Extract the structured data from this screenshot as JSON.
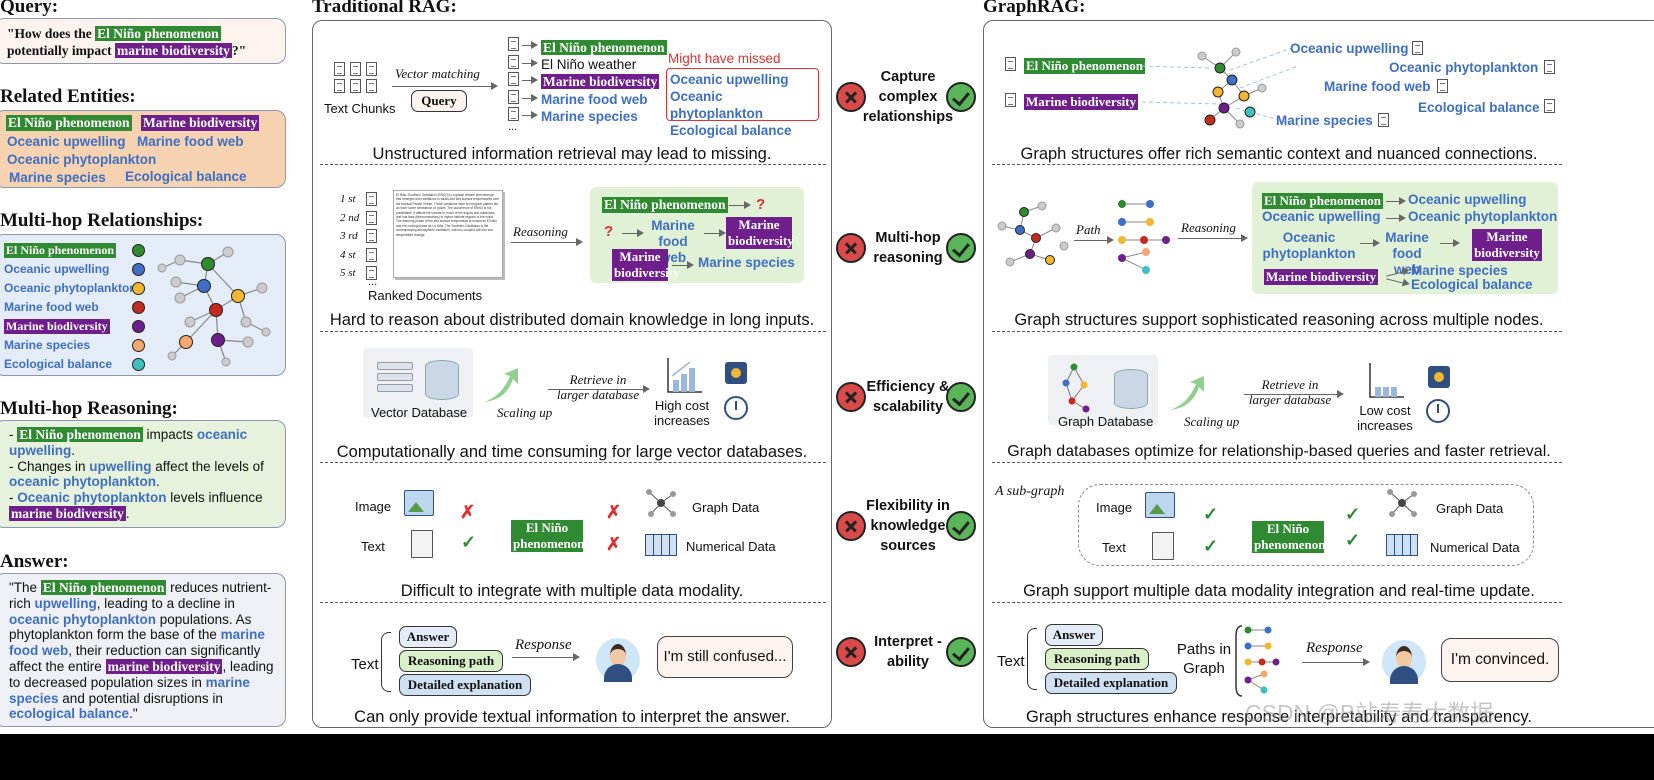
{
  "left": {
    "query_header": "Query:",
    "query_pre": "\"How does the ",
    "query_e1": "El Niño phenomenon",
    "query_mid": " potentially impact ",
    "query_e2": "marine biodiversity",
    "query_post": "?\"",
    "entities_header": "Related Entities:",
    "entities": [
      "El Niño phenomenon",
      "Marine biodiversity",
      "Oceanic upwelling",
      "Marine food web",
      "Oceanic phytoplankton",
      "Marine species",
      "Ecological balance"
    ],
    "multihop_header": "Multi-hop Relationships:",
    "multihop_items": [
      {
        "label": "El Niño phenomenon",
        "color": "#2f8a32"
      },
      {
        "label": "Oceanic upwelling",
        "color": "#3e6fc4"
      },
      {
        "label": "Oceanic phytoplankton",
        "color": "#f2b632"
      },
      {
        "label": "Marine food web",
        "color": "#c42b1e"
      },
      {
        "label": "Marine biodiversity",
        "color": "#6e1f8c"
      },
      {
        "label": "Marine species",
        "color": "#f4a870"
      },
      {
        "label": "Ecological balance",
        "color": "#3fbfbf"
      }
    ],
    "reasoning_header": "Multi-hop Reasoning:",
    "r1_a": "El Niño phenomenon",
    "r1_b": " impacts ",
    "r1_c": "oceanic upwelling",
    "r1_d": ".",
    "r2_a": "- Changes in ",
    "r2_b": "upwelling",
    "r2_c": " affect the levels of ",
    "r2_d": "oceanic phytoplankton",
    "r2_e": ".",
    "r3_a": "Oceanic phytoplankton",
    "r3_b": " levels influence ",
    "r3_c": "marine biodiversity",
    "r3_d": ".",
    "dash": "- ",
    "answer_header": "Answer:",
    "ans": {
      "p1": "\"The ",
      "e1": "El Niño phenomenon",
      "p2": " reduces nutrient-rich ",
      "e2": "upwelling",
      "p3": ", leading to a decline in ",
      "e3": "oceanic phytoplankton",
      "p4": " populations. As phytoplankton form the base of the ",
      "e4": "marine food web",
      "p5": ", their reduction can significantly affect the entire ",
      "e5": "marine biodiversity",
      "p6": ", leading to decreased population sizes in ",
      "e6": "marine species",
      "p7": " and potential disruptions in ",
      "e7": "ecological balance",
      "p8": ".\""
    }
  },
  "trad": {
    "header": "Traditional RAG:",
    "text_chunks": "Text Chunks",
    "vector_matching": "Vector matching",
    "query_btn": "Query",
    "r1_items": [
      "El Niño phenomenon",
      "El Niño weather",
      "Marine biodiversity",
      "Marine food web",
      "Marine species"
    ],
    "missed_title": "Might have missed",
    "missed_items": [
      "Oceanic upwelling",
      "Oceanic phytoplankton",
      "Ecological balance"
    ],
    "ellipsis": "...",
    "cap1": "Unstructured information retrieval may lead to missing.",
    "ranks": [
      "1 st",
      "2 nd",
      "3 rd",
      "4 st",
      "5 st"
    ],
    "doc_text": "El Niño–Southern Oscillation (ENSO) is a global climate phenomenon that emerges from variations in winds and sea surface temperatures over the tropical Pacific Ocean. Those variations have an irregular pattern but do have some semblance of cycles. The occurrence of ENSO is not predictable. It affects the climate of much of the tropics and subtropics, and has links (teleconnections) to higher-latitude regions of the world. The warming phase of the sea surface temperature is known as El Niño and the cooling phase as La Niña. The Southern Oscillation is the accompanying atmospheric oscillation, which is coupled with the sea temperature change.",
    "ranked_documents": "Ranked Documents",
    "reasoning": "Reasoning",
    "rb_e1": "El Niño phenomenon",
    "rb_q": "?",
    "rb_food": "Marine food web",
    "rb_bio": "Marine biodiversity",
    "rb_species": "Marine species",
    "cap2": "Hard to reason about distributed domain knowledge in long inputs.",
    "vector_database": "Vector Database",
    "scaling_up": "Scaling up",
    "retrieve_larger": "Retrieve in larger database",
    "high_cost": "High cost increases",
    "cap3": "Computationally and time consuming for large vector databases.",
    "image": "Image",
    "text": "Text",
    "el_nino_center": "El Niño phenomenon",
    "graph_data": "Graph Data",
    "numerical_data": "Numerical Data",
    "cap4": "Difficult to integrate with multiple data modality.",
    "text_label": "Text",
    "answer": "Answer",
    "reasoning_path": "Reasoning path",
    "detailed_explanation": "Detailed explanation",
    "response": "Response",
    "confused": "I'm still confused...",
    "cap5": "Can only provide textual information to interpret the answer."
  },
  "features": [
    "Capture complex relationships",
    "Multi-hop reasoning",
    "Efficiency & scalability",
    "Flexibility in knowledge sources",
    "Interpret -ability"
  ],
  "graph": {
    "header": "GraphRAG:",
    "g1_left": [
      "El Niño phenomenon",
      "Marine biodiversity"
    ],
    "g1_right": [
      "Oceanic upwelling",
      "Oceanic phytoplankton",
      "Marine food web",
      "Ecological balance",
      "Marine species"
    ],
    "cap1": "Graph structures offer rich semantic context and nuanced connections.",
    "path": "Path",
    "reasoning": "Reasoning",
    "chains": {
      "c1a": "El Niño phenomenon",
      "c1b": "Oceanic upwelling",
      "c2a": "Oceanic upwelling",
      "c2b": "Oceanic phytoplankton",
      "c3a": "Oceanic phytoplankton",
      "c3b": "Marine food web",
      "c3c": "Marine biodiversity",
      "c4a": "Marine biodiversity",
      "c4b": "Marine species",
      "c4c": "Ecological balance"
    },
    "cap2": "Graph structures support sophisticated reasoning across multiple nodes.",
    "graph_database": "Graph Database",
    "scaling_up": "Scaling up",
    "retrieve_larger": "Retrieve in larger database",
    "low_cost": "Low cost increases",
    "cap3": "Graph databases optimize for relationship-based queries and faster retrieval.",
    "sub_graph": "A sub-graph",
    "image": "Image",
    "text": "Text",
    "el_nino_center": "El Niño phenomenon",
    "graph_data": "Graph Data",
    "numerical_data": "Numerical Data",
    "cap4": "Graph support multiple data modality integration and real-time update.",
    "text_label": "Text",
    "answer": "Answer",
    "reasoning_path": "Reasoning path",
    "detailed_explanation": "Detailed explanation",
    "paths_in_graph": "Paths in Graph",
    "response": "Response",
    "convinced": "I'm convinced.",
    "cap5": "Graph structures enhance response interpretability and transparency."
  },
  "watermark": "CSDN @B站寿寿大数据",
  "colors": {
    "green": "#2f8a32",
    "purple": "#6e1f8c",
    "blue": "#3e6fc4",
    "red": "#e03030",
    "query_bg": "#fdf3ee",
    "entities_bg": "#f6d2b0",
    "multihop_bg": "#e3ecf7",
    "reasoning_bg": "#e6f2dc",
    "answer_bg": "#eef0f5"
  }
}
